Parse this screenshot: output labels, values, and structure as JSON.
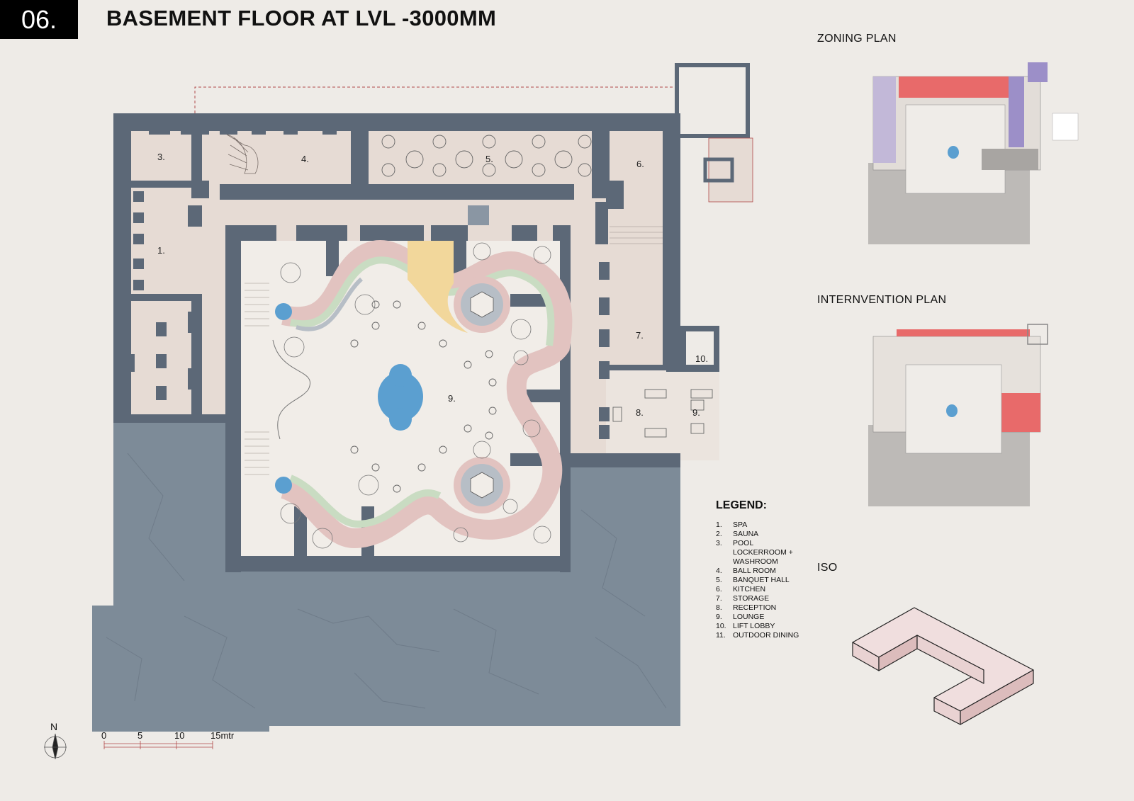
{
  "sheet": {
    "number": "06.",
    "title": "BASEMENT FLOOR AT LVL -3000MM"
  },
  "side_panels": {
    "zoning": "ZONING PLAN",
    "intervention": "INTERNVENTION PLAN",
    "iso": "ISO"
  },
  "legend": {
    "heading": "LEGEND:",
    "items": [
      {
        "n": "1.",
        "t": "SPA"
      },
      {
        "n": "2.",
        "t": "SAUNA"
      },
      {
        "n": "3.",
        "t": "POOL"
      },
      {
        "n": "",
        "t": "LOCKERROOM +"
      },
      {
        "n": "",
        "t": "WASHROOM"
      },
      {
        "n": "4.",
        "t": "BALL ROOM"
      },
      {
        "n": "5.",
        "t": "BANQUET HALL"
      },
      {
        "n": "6.",
        "t": "KITCHEN"
      },
      {
        "n": "7.",
        "t": "STORAGE"
      },
      {
        "n": "8.",
        "t": "RECEPTION"
      },
      {
        "n": "9.",
        "t": "LOUNGE"
      },
      {
        "n": "10.",
        "t": "LIFT LOBBY"
      },
      {
        "n": "11.",
        "t": "OUTDOOR DINING"
      }
    ]
  },
  "room_labels": {
    "r1": "1.",
    "r3": "3.",
    "r4": "4.",
    "r5": "5.",
    "r6": "6.",
    "r7": "7.",
    "r8": "8.",
    "r9a": "9.",
    "r9b": "9.",
    "r10": "10."
  },
  "scale_bar": {
    "t0": "0",
    "t5": "5",
    "t10": "10",
    "t15": "15mtr"
  },
  "north": "N",
  "colors": {
    "wall": "#5c6877",
    "ground": "#7d8b98",
    "floor": "#e6dbd4",
    "courtyard": "#f1ede8",
    "water": "#5b9fd0",
    "path_pink": "#e2c3c0",
    "path_green": "#c9dcc2",
    "path_grey": "#b7bec6",
    "accent_yellow": "#f2d79b",
    "zoning_red": "#e86a6a",
    "zoning_purple": "#9c8fc8"
  }
}
